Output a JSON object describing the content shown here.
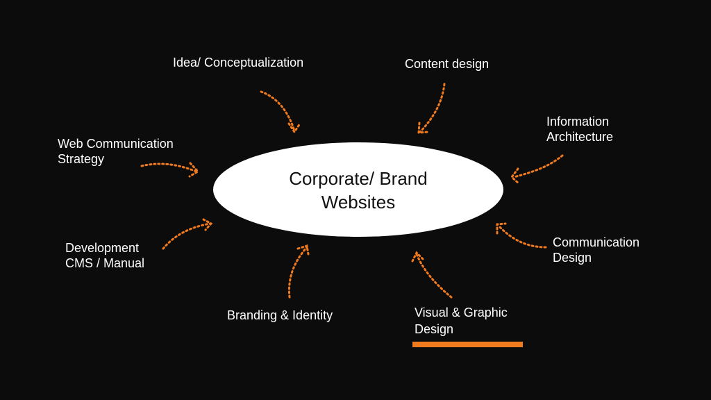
{
  "hub": {
    "line1": "Corporate/ Brand",
    "line2": "Websites"
  },
  "nodes": {
    "idea": "Idea/ Conceptualization",
    "content_design": "Content design",
    "information_architecture": [
      "Information",
      "Architecture"
    ],
    "web_communication_strategy": [
      "Web Communication",
      "Strategy"
    ],
    "development": [
      "Development",
      "CMS / Manual"
    ],
    "communication_design": [
      "Communication",
      "Design"
    ],
    "branding": "Branding & Identity",
    "visual_graphic_design": [
      "Visual & Graphic",
      "Design"
    ]
  },
  "colors": {
    "background": "#0c0c0c",
    "hub_fill": "#ffffff",
    "arrow": "#f07a1e",
    "label_text": "#ffffff",
    "accent_bar": "#f07a1e"
  }
}
